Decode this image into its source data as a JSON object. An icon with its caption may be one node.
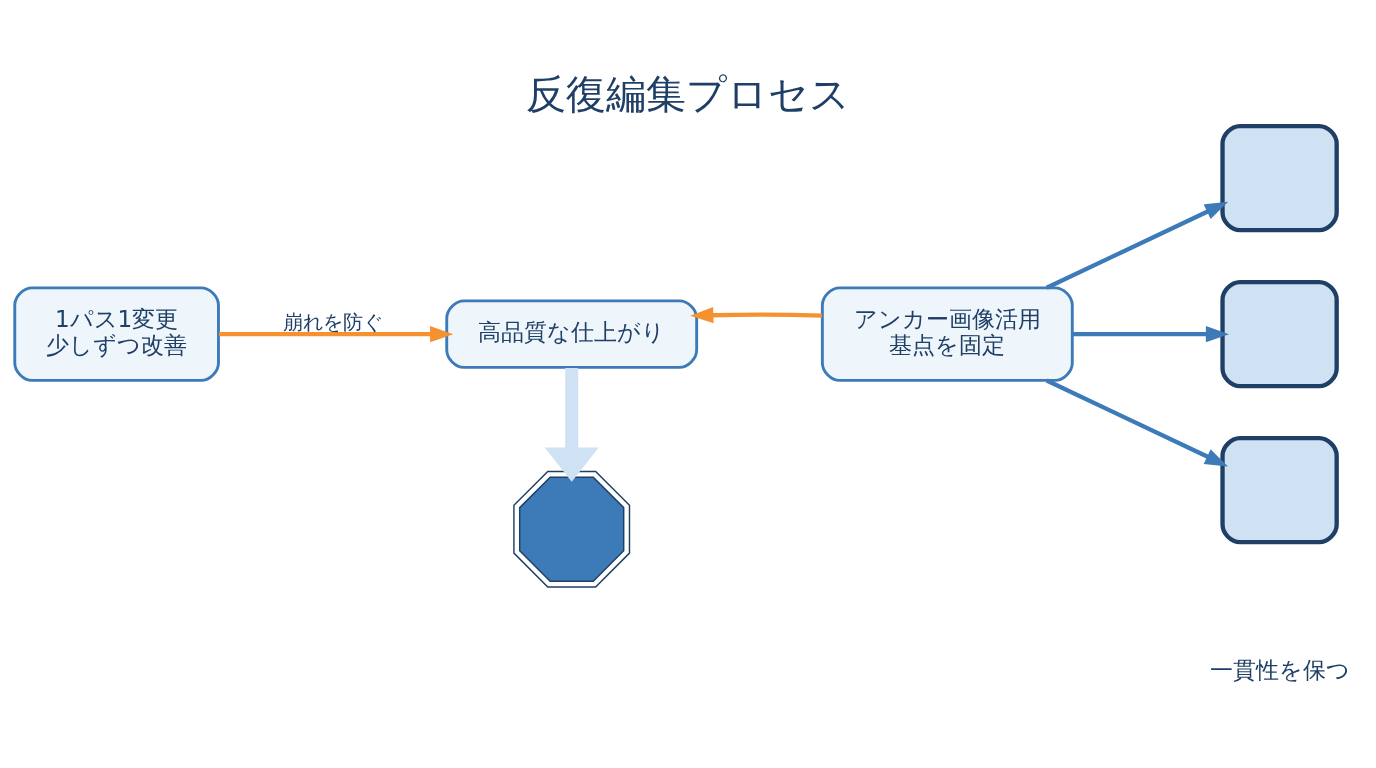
{
  "diagram": {
    "title": "反復編集プロセス",
    "nodes": [
      {
        "text": [
          "1パス1変更",
          "少しずつ改善"
        ]
      },
      {
        "text": [
          "高品質な仕上がり"
        ]
      },
      {
        "text": [
          "アンカー画像活用",
          "基点を固定"
        ]
      },
      {
        "text": [],
        "shape": "box"
      },
      {
        "text": [],
        "shape": "box"
      },
      {
        "text": [],
        "shape": "box"
      },
      {
        "text": [],
        "shape": "gear"
      }
    ],
    "edges": [
      {
        "from": 0,
        "to": 1,
        "arrow": "to",
        "label": "崩れを防ぐ",
        "color": "#f5922f"
      },
      {
        "from": 1,
        "to": 6,
        "arrow": "to",
        "style": "thick",
        "color": "#cfe2f3"
      },
      {
        "from": 2,
        "to": 1,
        "arrow": "to",
        "color": "#f5922f"
      },
      {
        "from": 2,
        "to": 3,
        "arrow": "to"
      },
      {
        "from": 2,
        "to": 4,
        "arrow": "to"
      },
      {
        "from": 2,
        "to": 5,
        "arrow": "to"
      }
    ],
    "labels": [
      "一貫性を保つ"
    ]
  }
}
